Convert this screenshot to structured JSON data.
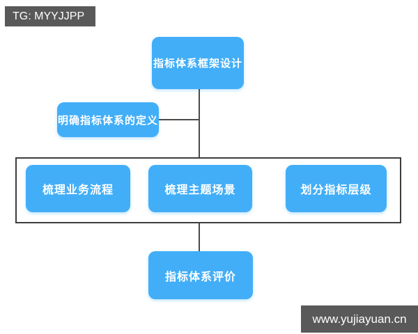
{
  "watermarks": {
    "tg_badge": "TG: MYYJJPP",
    "site_badge": "www.yujiayuan.cn",
    "badge_bg": "#595959",
    "badge_text_color": "#ffffff"
  },
  "colors": {
    "background": "#ffffff",
    "node_fill": "#42AEF7",
    "node_text": "#ffffff",
    "connector": "#4a4a4a",
    "group_border": "#3d3d3d"
  },
  "diagram": {
    "root": {
      "label": "指标体系框架设计"
    },
    "side": {
      "label": "明确指标体系的定义"
    },
    "group_children": [
      {
        "label": "梳理业务流程"
      },
      {
        "label": "梳理主题场景"
      },
      {
        "label": "划分指标层级"
      }
    ],
    "bottom": {
      "label": "指标体系评价"
    }
  }
}
